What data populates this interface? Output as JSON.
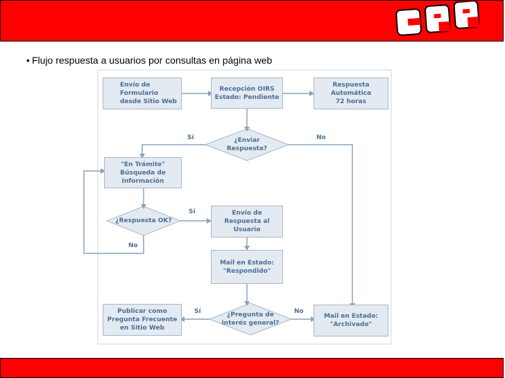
{
  "slide": {
    "title": "Flujo respuesta a usuarios por consultas en página web",
    "bullet": "•"
  },
  "logo": {
    "text": "CRP"
  },
  "colors": {
    "bar": "#ff0000",
    "box_fill": "#e4eaf1",
    "box_border": "#a8b6c7",
    "text": "#4a6f97",
    "line": "#8aa2bd"
  },
  "flowchart": {
    "envio_formulario": "Envío de\nFormulario\ndesde Sitio Web",
    "recepcion": "Recepción OIRS\nEstado: Pendiente",
    "respuesta_automatica": "Respuesta\nAutomática\n72 horas",
    "enviar_respuesta": "¿Enviar\nRespuesta?",
    "en_tramite": "\"En Trámite\"\nBúsqueda de\nInformación",
    "respuesta_ok": "¿Respuesta OK?",
    "envio_respuesta_usuario": "Envío de\nRespuesta al\nUsuario",
    "mail_respondido": "Mail en Estado:\n\"Respondido\"",
    "pregunta_interes": "¿Pregunta de\ninterés general?",
    "publicar": "Publicar como\nPregunta Frecuente\nen Sitio Web",
    "mail_archivado": "Mail en Estado:\n\"Archivado\"",
    "labels": {
      "si_enviar": "Sí",
      "no_enviar": "No",
      "si_ok": "Sí",
      "no_ok": "No",
      "si_interes": "Sí",
      "no_interes": "No"
    }
  }
}
